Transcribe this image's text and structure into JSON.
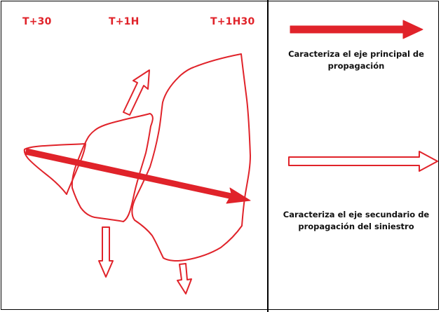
{
  "time_labels": {
    "t30": "T+30",
    "t1h": "T+1H",
    "t1h30": "T+1H30"
  },
  "legend": {
    "main_axis": "Caracteriza el eje principal de propagación",
    "secondary_axis": "Caracteriza el eje secundario de propagación del siniestro"
  },
  "colors": {
    "fire_red": "#e0232a",
    "border": "#000000"
  }
}
